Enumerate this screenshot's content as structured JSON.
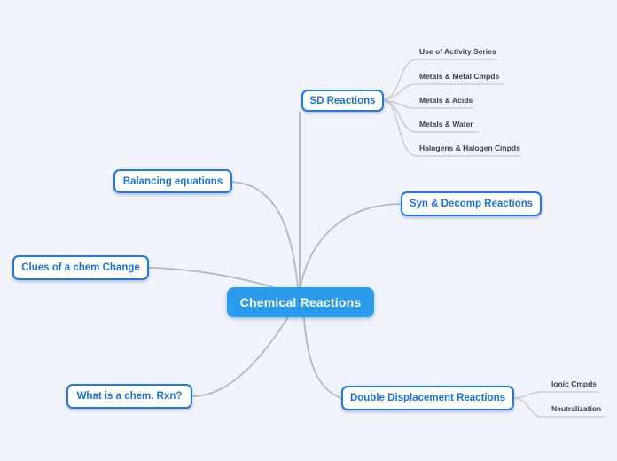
{
  "colors": {
    "background": "#f1f3fb",
    "accent": "#2b9ce9",
    "node_border": "#1e79e2",
    "node_text": "#1a72d8",
    "root_text": "#ffffff",
    "leaf_text": "#3e4046",
    "connector": "#b4b7bf",
    "branch_line": "#c3c6cd"
  },
  "map": {
    "root": {
      "label": "Chemical Reactions"
    },
    "branches": {
      "sd": {
        "label": "SD Reactions",
        "children": [
          {
            "label": "Use of Activity Series"
          },
          {
            "label": "Metals & Metal Cmpds"
          },
          {
            "label": "Metals & Acids"
          },
          {
            "label": "Metals & Water"
          },
          {
            "label": "Halogens & Halogen Cmpds"
          }
        ]
      },
      "balancing": {
        "label": "Balancing equations"
      },
      "clues": {
        "label": "Clues of a chem Change"
      },
      "syn_decomp": {
        "label": "Syn & Decomp Reactions"
      },
      "what_is": {
        "label": "What is a chem. Rxn?"
      },
      "double_displacement": {
        "label": "Double Displacement Reactions",
        "children": [
          {
            "label": "Ionic Cmpds"
          },
          {
            "label": "Neutralization"
          }
        ]
      }
    }
  }
}
